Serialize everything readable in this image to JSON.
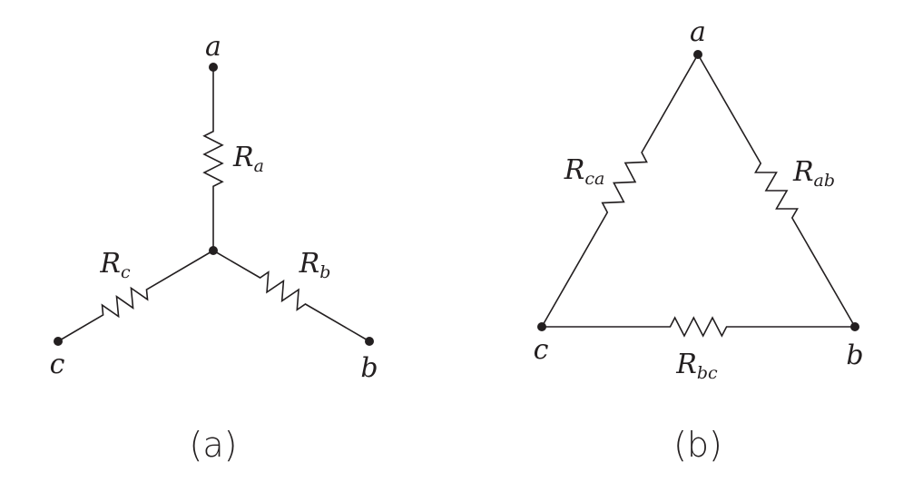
{
  "wye": {
    "caption": "(a)",
    "nodes": {
      "a": "a",
      "b": "b",
      "c": "c"
    },
    "resistors": {
      "Ra": {
        "main": "R",
        "sub": "a"
      },
      "Rb": {
        "main": "R",
        "sub": "b"
      },
      "Rc": {
        "main": "R",
        "sub": "c"
      }
    }
  },
  "delta": {
    "caption": "(b)",
    "nodes": {
      "a": "a",
      "b": "b",
      "c": "c"
    },
    "resistors": {
      "Rab": {
        "main": "R",
        "sub": "ab"
      },
      "Rbc": {
        "main": "R",
        "sub": "bc"
      },
      "Rca": {
        "main": "R",
        "sub": "ca"
      }
    }
  },
  "colors": {
    "ink": "#231f20",
    "background": "#ffffff"
  }
}
